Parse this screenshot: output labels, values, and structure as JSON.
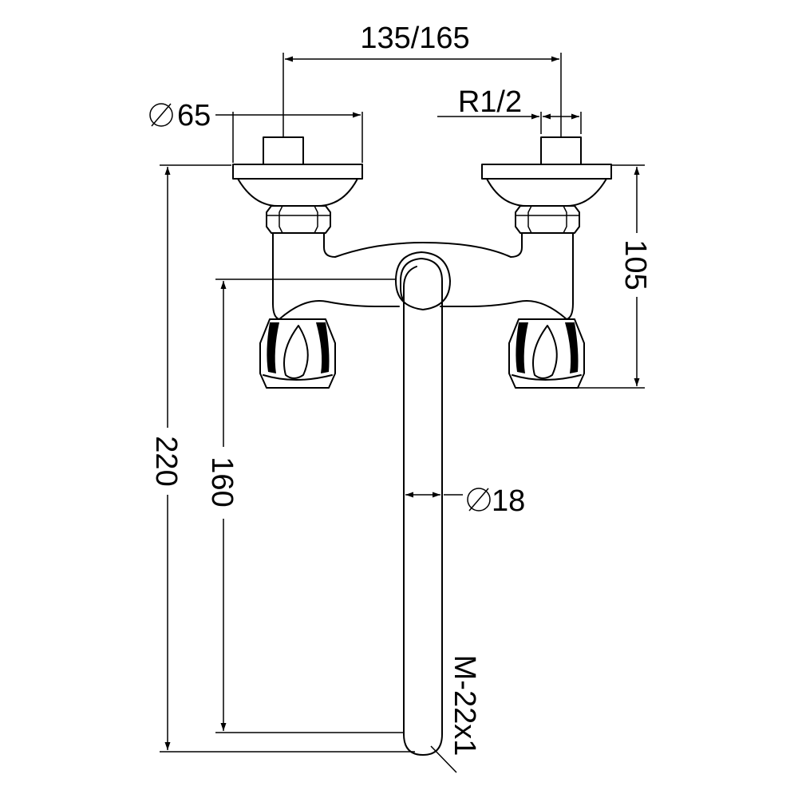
{
  "dimensions": {
    "centers": "135/165",
    "thread": "R1/2",
    "flange_diameter": "65",
    "height_right": "105",
    "total_height": "220",
    "spout_height": "160",
    "spout_diameter": "18",
    "spout_thread": "M-22x1"
  }
}
